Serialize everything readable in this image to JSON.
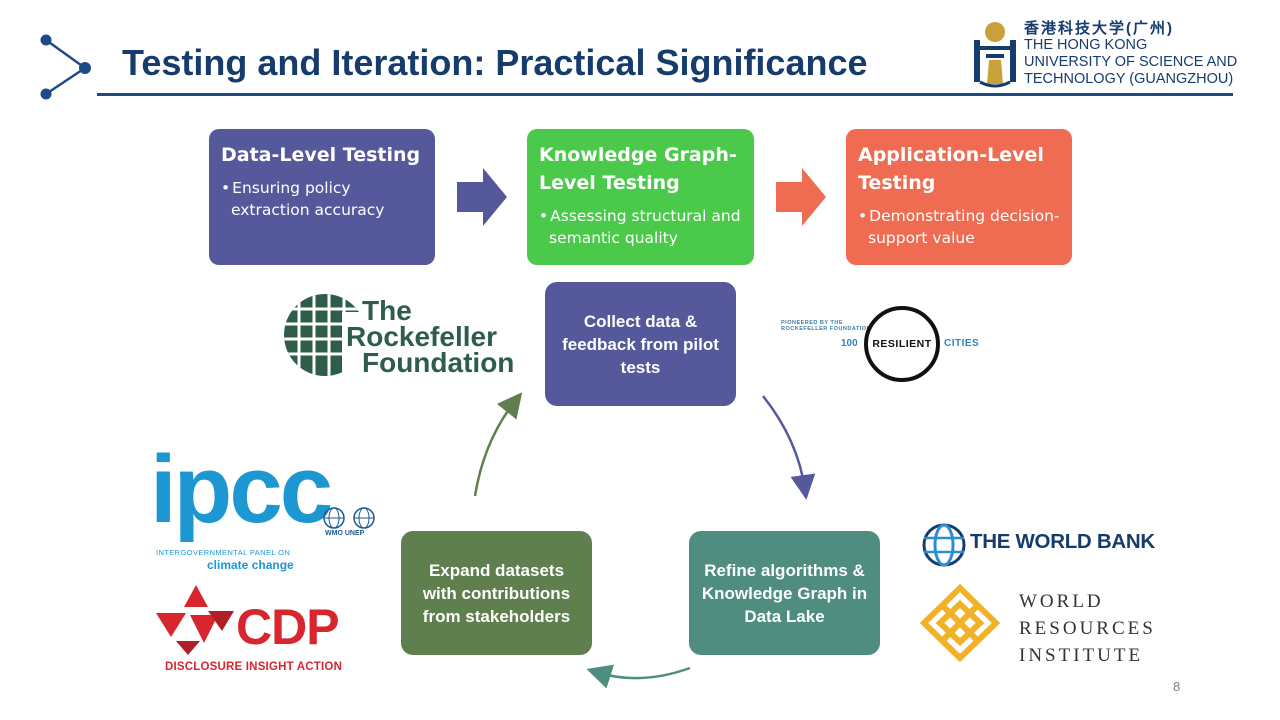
{
  "slide": {
    "title": "Testing and Iteration: Practical Significance",
    "page_number": "8"
  },
  "university": {
    "chinese_name": "香港科技大学(广州)",
    "english_lines": [
      "THE HONG KONG",
      "UNIVERSITY OF SCIENCE AND",
      "TECHNOLOGY (GUANGZHOU)"
    ]
  },
  "stages": [
    {
      "title": "Data-Level Testing",
      "bullet": "Ensuring policy extraction accuracy",
      "color": "#55599b"
    },
    {
      "title": "Knowledge Graph-Level Testing",
      "bullet": "Assessing structural and semantic quality",
      "color": "#4bc94a"
    },
    {
      "title": "Application-Level Testing",
      "bullet": "Demonstrating decision-support value",
      "color": "#ef6b51"
    }
  ],
  "cycle": [
    {
      "label": "Collect data & feedback from pilot tests",
      "color": "#55599b"
    },
    {
      "label": "Refine algorithms & Knowledge Graph in Data Lake",
      "color": "#4e8d80"
    },
    {
      "label": "Expand datasets with contributions from stakeholders",
      "color": "#5f7f4f"
    }
  ],
  "logos": {
    "rockefeller": {
      "line1": "The",
      "line2": "Rockefeller",
      "line3": "Foundation"
    },
    "resilient": {
      "small1": "PIONEERED BY THE",
      "small2": "ROCKEFELLER FOUNDATION",
      "number": "100",
      "word": "RESILIENT",
      "cities": "CITIES"
    },
    "ipcc": {
      "word": "ipcc",
      "sub1": "INTERGOVERNMENTAL PANEL ON",
      "sub2": "climate change",
      "partners": "WMO  UNEP"
    },
    "cdp": {
      "word": "CDP",
      "sub": "DISCLOSURE INSIGHT ACTION"
    },
    "world_bank": {
      "name": "THE WORLD BANK"
    },
    "wri": {
      "lines": [
        "WORLD",
        "RESOURCES",
        "INSTITUTE"
      ]
    }
  },
  "icons": {
    "title_decoration": "network-connector-icon",
    "stage_arrows": "right-arrow-icon",
    "cycle_arrows": "curved-arrow-icon"
  }
}
